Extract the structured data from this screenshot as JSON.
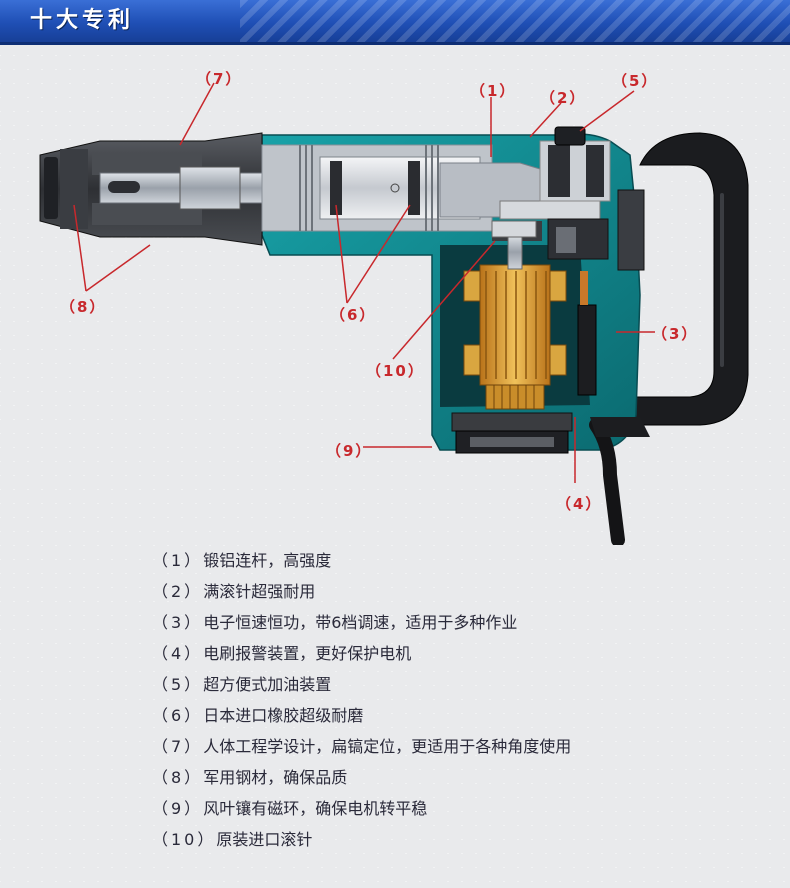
{
  "header": {
    "title": "十大专利"
  },
  "colors": {
    "header_blue": "#1f4fb5",
    "callout_red": "#c8282c",
    "tool_teal": "#0f7f86",
    "handle_black": "#1a1a1a"
  },
  "callouts": [
    {
      "id": "1",
      "label": "（1）"
    },
    {
      "id": "2",
      "label": "（2）"
    },
    {
      "id": "3",
      "label": "（3）"
    },
    {
      "id": "4",
      "label": "（4）"
    },
    {
      "id": "5",
      "label": "（5）"
    },
    {
      "id": "6",
      "label": "（6）"
    },
    {
      "id": "7",
      "label": "（7）"
    },
    {
      "id": "8",
      "label": "（8）"
    },
    {
      "id": "9",
      "label": "（9）"
    },
    {
      "id": "10",
      "label": "（10）"
    }
  ],
  "features": [
    {
      "num": "（1）",
      "text": "锻铝连杆，高强度"
    },
    {
      "num": "（2）",
      "text": "满滚针超强耐用"
    },
    {
      "num": "（3）",
      "text": "电子恒速恒功，带6档调速，适用于多种作业"
    },
    {
      "num": "（4）",
      "text": "电刷报警装置，更好保护电机"
    },
    {
      "num": "（5）",
      "text": "超方便式加油装置"
    },
    {
      "num": "（6）",
      "text": "日本进口橡胶超级耐磨"
    },
    {
      "num": "（7）",
      "text": "人体工程学设计，扁镐定位，更适用于各种角度使用"
    },
    {
      "num": "（8）",
      "text": "军用钢材，确保品质"
    },
    {
      "num": "（9）",
      "text": "风叶镶有磁环，确保电机转平稳"
    },
    {
      "num": "（10）",
      "text": "原装进口滚针"
    }
  ]
}
